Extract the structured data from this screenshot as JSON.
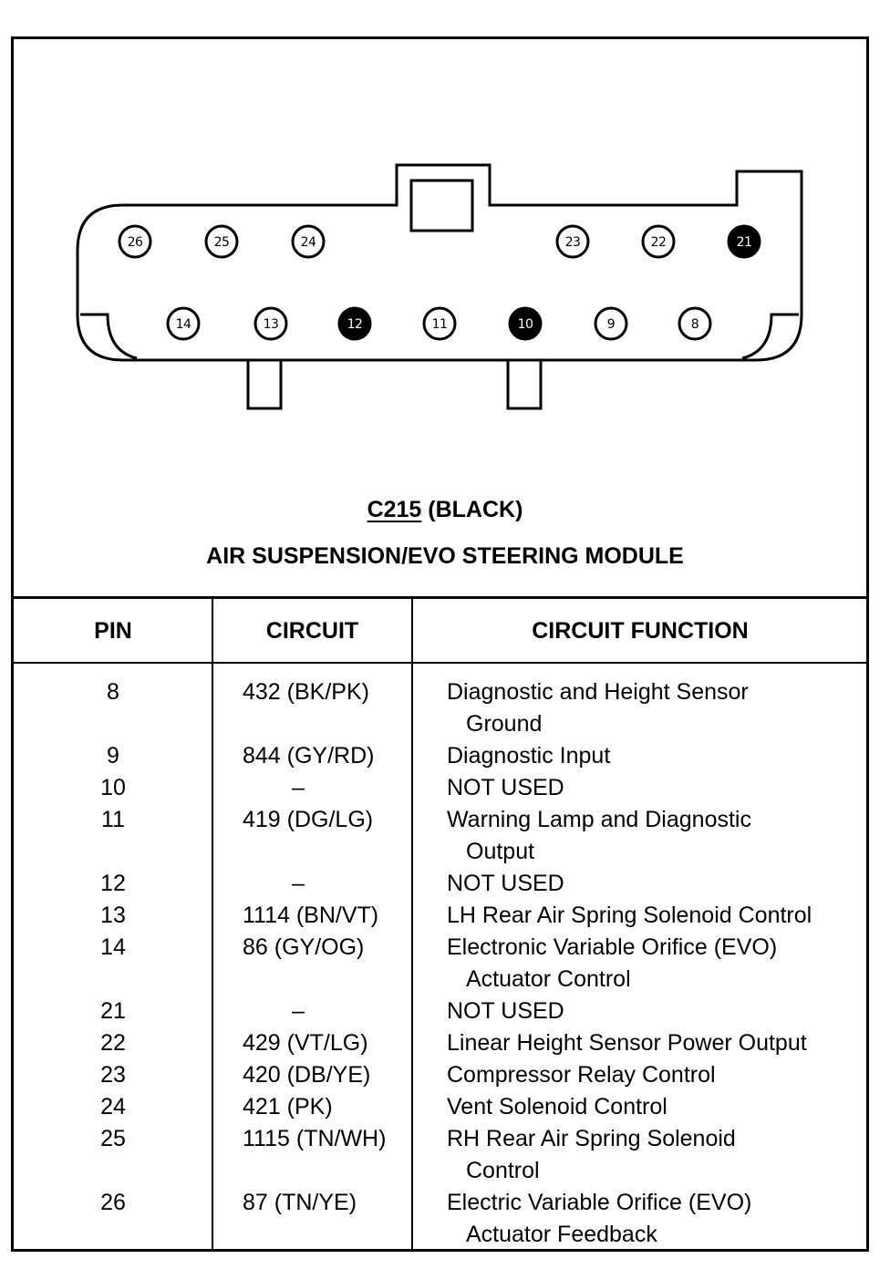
{
  "connector": {
    "name": "C215",
    "color_label": "(BLACK)",
    "module": "AIR SUSPENSION/EVO STEERING MODULE",
    "top_row_pins": [
      {
        "label": "26",
        "filled": false
      },
      {
        "label": "25",
        "filled": false
      },
      {
        "label": "24",
        "filled": false
      },
      {
        "label": "23",
        "filled": false
      },
      {
        "label": "22",
        "filled": false
      },
      {
        "label": "21",
        "filled": true
      }
    ],
    "bottom_row_pins": [
      {
        "label": "14",
        "filled": false
      },
      {
        "label": "13",
        "filled": false
      },
      {
        "label": "12",
        "filled": true
      },
      {
        "label": "11",
        "filled": false
      },
      {
        "label": "10",
        "filled": true
      },
      {
        "label": "9",
        "filled": false
      },
      {
        "label": "8",
        "filled": false
      }
    ]
  },
  "table": {
    "headers": {
      "pin": "PIN",
      "circuit": "CIRCUIT",
      "function": "CIRCUIT FUNCTION"
    },
    "rows": [
      {
        "pin": "8",
        "circuit": "432 (BK/PK)",
        "function": "Diagnostic and Height Sensor",
        "function_cont": "Ground"
      },
      {
        "pin": "9",
        "circuit": "844 (GY/RD)",
        "function": "Diagnostic Input",
        "function_cont": ""
      },
      {
        "pin": "10",
        "circuit": "–",
        "function": "NOT USED",
        "function_cont": ""
      },
      {
        "pin": "11",
        "circuit": "419 (DG/LG)",
        "function": "Warning Lamp and Diagnostic",
        "function_cont": "Output"
      },
      {
        "pin": "12",
        "circuit": "–",
        "function": "NOT USED",
        "function_cont": ""
      },
      {
        "pin": "13",
        "circuit": "1114 (BN/VT)",
        "function": "LH Rear Air Spring Solenoid Control",
        "function_cont": ""
      },
      {
        "pin": "14",
        "circuit": "86 (GY/OG)",
        "function": "Electronic Variable Orifice (EVO)",
        "function_cont": "Actuator Control"
      },
      {
        "pin": "21",
        "circuit": "–",
        "function": "NOT USED",
        "function_cont": ""
      },
      {
        "pin": "22",
        "circuit": "429 (VT/LG)",
        "function": "Linear Height Sensor Power Output",
        "function_cont": ""
      },
      {
        "pin": "23",
        "circuit": "420 (DB/YE)",
        "function": "Compressor Relay Control",
        "function_cont": ""
      },
      {
        "pin": "24",
        "circuit": "421 (PK)",
        "function": "Vent Solenoid Control",
        "function_cont": ""
      },
      {
        "pin": "25",
        "circuit": "1115 (TN/WH)",
        "function": "RH Rear Air Spring Solenoid",
        "function_cont": "Control"
      },
      {
        "pin": "26",
        "circuit": "87 (TN/YE)",
        "function": "Electric Variable Orifice (EVO)",
        "function_cont": "Actuator Feedback"
      }
    ]
  }
}
